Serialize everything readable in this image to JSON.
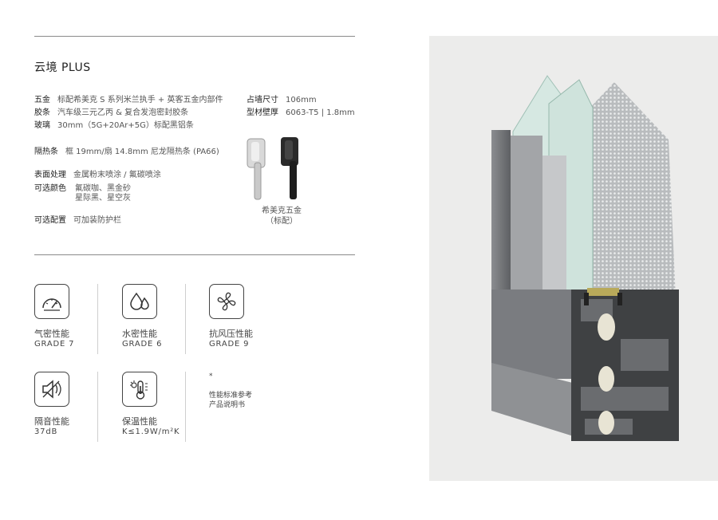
{
  "product": {
    "title": "云境 PLUS"
  },
  "specs": {
    "hardware": {
      "key": "五金",
      "value": "标配希美克 S 系列米兰执手 + 英客五金内部件"
    },
    "seal": {
      "key": "胶条",
      "value": "汽车级三元乙丙 & 复合发泡密封胶条"
    },
    "glass": {
      "key": "玻璃",
      "value": "30mm（5G+20Ar+5G）标配黑铝条"
    },
    "wall_size": {
      "key": "占墙尺寸",
      "value": "106mm"
    },
    "wall_thickness": {
      "key": "型材壁厚",
      "value": "6063-T5 | 1.8mm"
    },
    "thermal_strip": {
      "key": "隔热条",
      "value": "框 19mm/扇 14.8mm 尼龙隔热条 (PA66)"
    },
    "surface": {
      "key": "表面处理",
      "value": "金属粉末喷涂 / 氟碳喷涂"
    },
    "colors": {
      "key": "可选颜色",
      "line1": "氟碳咖、黑金砂",
      "line2": "星际黑、星空灰"
    },
    "options": {
      "key": "可选配置",
      "value": "可加装防护栏"
    }
  },
  "handle": {
    "caption_line1": "希美克五金",
    "caption_line2": "（标配）"
  },
  "performance": [
    {
      "icon": "gauge-icon",
      "name": "气密性能",
      "grade": "GRADE 7"
    },
    {
      "icon": "water-drops-icon",
      "name": "水密性能",
      "grade": "GRADE 6"
    },
    {
      "icon": "fan-icon",
      "name": "抗风压性能",
      "grade": "GRADE 9"
    },
    {
      "icon": "speaker-mute-icon",
      "name": "隔音性能",
      "grade": "37dB"
    },
    {
      "icon": "thermometer-icon",
      "name": "保温性能",
      "grade": "K≤1.9W/m²K"
    }
  ],
  "note": {
    "mark": "*",
    "line1": "性能标准参考",
    "line2": "产品说明书"
  },
  "colors": {
    "rule": "#8a8a8a",
    "photo_bg": "#ececeb",
    "frame": "#6e7073",
    "glass": "#cfe3dc"
  }
}
